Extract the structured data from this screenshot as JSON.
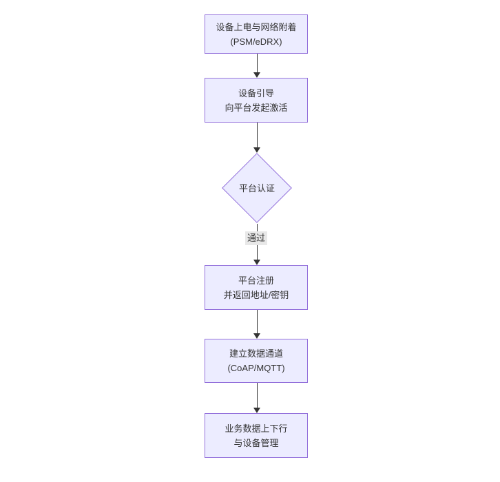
{
  "diagram": {
    "type": "flowchart",
    "direction": "top-down",
    "colors": {
      "background": "#ffffff",
      "node_fill": "#ECECFF",
      "node_border": "#9370DB",
      "line": "#333333",
      "text": "#333333",
      "edge_label_bg": "#e8e8e8"
    },
    "nodes": [
      {
        "id": "power-attach",
        "shape": "rect",
        "line1": "设备上电与网络附着",
        "line2": "(PSM/eDRX)"
      },
      {
        "id": "bootstrap",
        "shape": "rect",
        "line1": "设备引导",
        "line2": "向平台发起激活"
      },
      {
        "id": "auth",
        "shape": "diamond",
        "line1": "平台认证",
        "line2": ""
      },
      {
        "id": "register",
        "shape": "rect",
        "line1": "平台注册",
        "line2": "并返回地址/密钥"
      },
      {
        "id": "channel",
        "shape": "rect",
        "line1": "建立数据通道",
        "line2": "(CoAP/MQTT)"
      },
      {
        "id": "business",
        "shape": "rect",
        "line1": "业务数据上下行",
        "line2": "与设备管理"
      }
    ],
    "edges": [
      {
        "from": "power-attach",
        "to": "bootstrap",
        "label": ""
      },
      {
        "from": "bootstrap",
        "to": "auth",
        "label": ""
      },
      {
        "from": "auth",
        "to": "register",
        "label": "通过"
      },
      {
        "from": "register",
        "to": "channel",
        "label": ""
      },
      {
        "from": "channel",
        "to": "business",
        "label": ""
      }
    ]
  }
}
